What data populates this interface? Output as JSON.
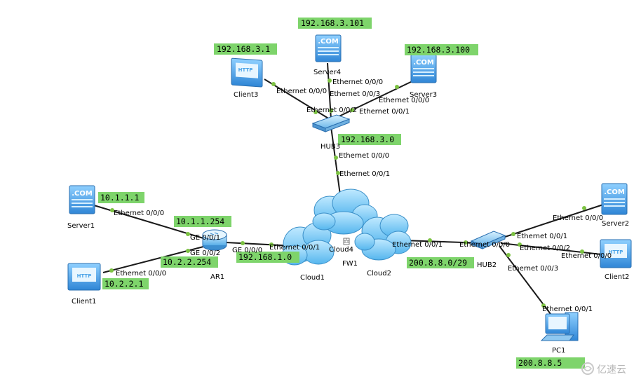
{
  "diagram": {
    "devices": {
      "server4": "Server4",
      "client3": "Client3",
      "server3": "Server3",
      "hub3": "HUB3",
      "server1": "Server1",
      "client1": "Client1",
      "ar1": "AR1",
      "cloud1": "Cloud1",
      "cloud4": "Cloud4",
      "fw1": "FW1",
      "cloud2": "Cloud2",
      "hub2": "HUB2",
      "server2": "Server2",
      "client2": "Client2",
      "pc1": "PC1"
    },
    "icon_text": {
      "com": ".COM",
      "http": "HTTP"
    },
    "ips": {
      "server4": "192.168.3.101",
      "client3": "192.168.3.1",
      "server3": "192.168.3.100",
      "hub3_net": "192.168.3.0",
      "server1": "10.1.1.1",
      "ar1_ge01": "10.1.1.254",
      "ar1_ge02": "10.2.2.254",
      "client1": "10.2.2.1",
      "ar1_ge00": "192.168.1.0",
      "hub2_net": "200.8.8.0/29",
      "pc1": "200.8.8.5"
    },
    "ports": {
      "client3_hub": "Ethernet 0/0/0",
      "server4_e000": "Ethernet 0/0/0",
      "hub3_e003": "Ethernet 0/0/3",
      "server3_e000": "Ethernet 0/0/0",
      "hub3_e002": "Ethernet 0/0/2",
      "hub3_e001": "Ethernet 0/0/1",
      "hub3_e000": "Ethernet 0/0/0",
      "cloud4_e001": "Ethernet 0/0/1",
      "server1_e000": "Ethernet 0/0/0",
      "ar1_ge01": "GE 0/0/1",
      "ar1_ge02": "GE 0/0/2",
      "ar1_ge00": "GE 0/0/0",
      "cloud1_e001": "Ethernet 0/0/1",
      "client1_e000": "Ethernet 0/0/0",
      "cloud2_e001": "Ethernet 0/0/1",
      "hub2_e000": "Ethernet 0/0/0",
      "server2_e000": "Ethernet 0/0/0",
      "hub2_e001": "Ethernet 0/0/1",
      "hub2_e002": "Ethernet 0/0/2",
      "client2_e000": "Ethernet 0/0/0",
      "hub2_e003": "Ethernet 0/0/3",
      "pc1_e001": "Ethernet 0/0/1"
    },
    "watermark": "亿速云",
    "colors": {
      "ip_label_bg": "#7ed46b",
      "link": "#1a1a1a",
      "port_dot": "#7cc242",
      "device_blue": "#4aa3e8",
      "cloud_blue": "#7fcbf4"
    }
  }
}
